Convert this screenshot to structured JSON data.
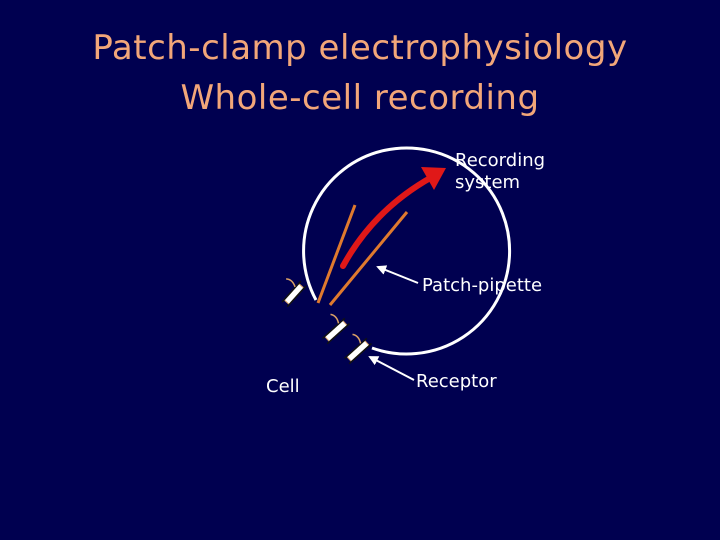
{
  "slide": {
    "title_line_1": "Patch-clamp electrophysiology",
    "title_line_2": "Whole-cell recording",
    "title_color": "#F2A679",
    "background_color": "#000050"
  },
  "labels": {
    "recording_system_line_1": "Recording",
    "recording_system_line_2": "system",
    "patch_pipette": "Patch-pipette",
    "receptor": "Receptor",
    "cell": "Cell"
  },
  "colors": {
    "pipette": "#E07A2E",
    "arrow": "#E01818",
    "receptor_outline": "#D9A066",
    "cell_membrane": "#FFFFFF",
    "pointer_arrows": "#FFFFFF"
  }
}
